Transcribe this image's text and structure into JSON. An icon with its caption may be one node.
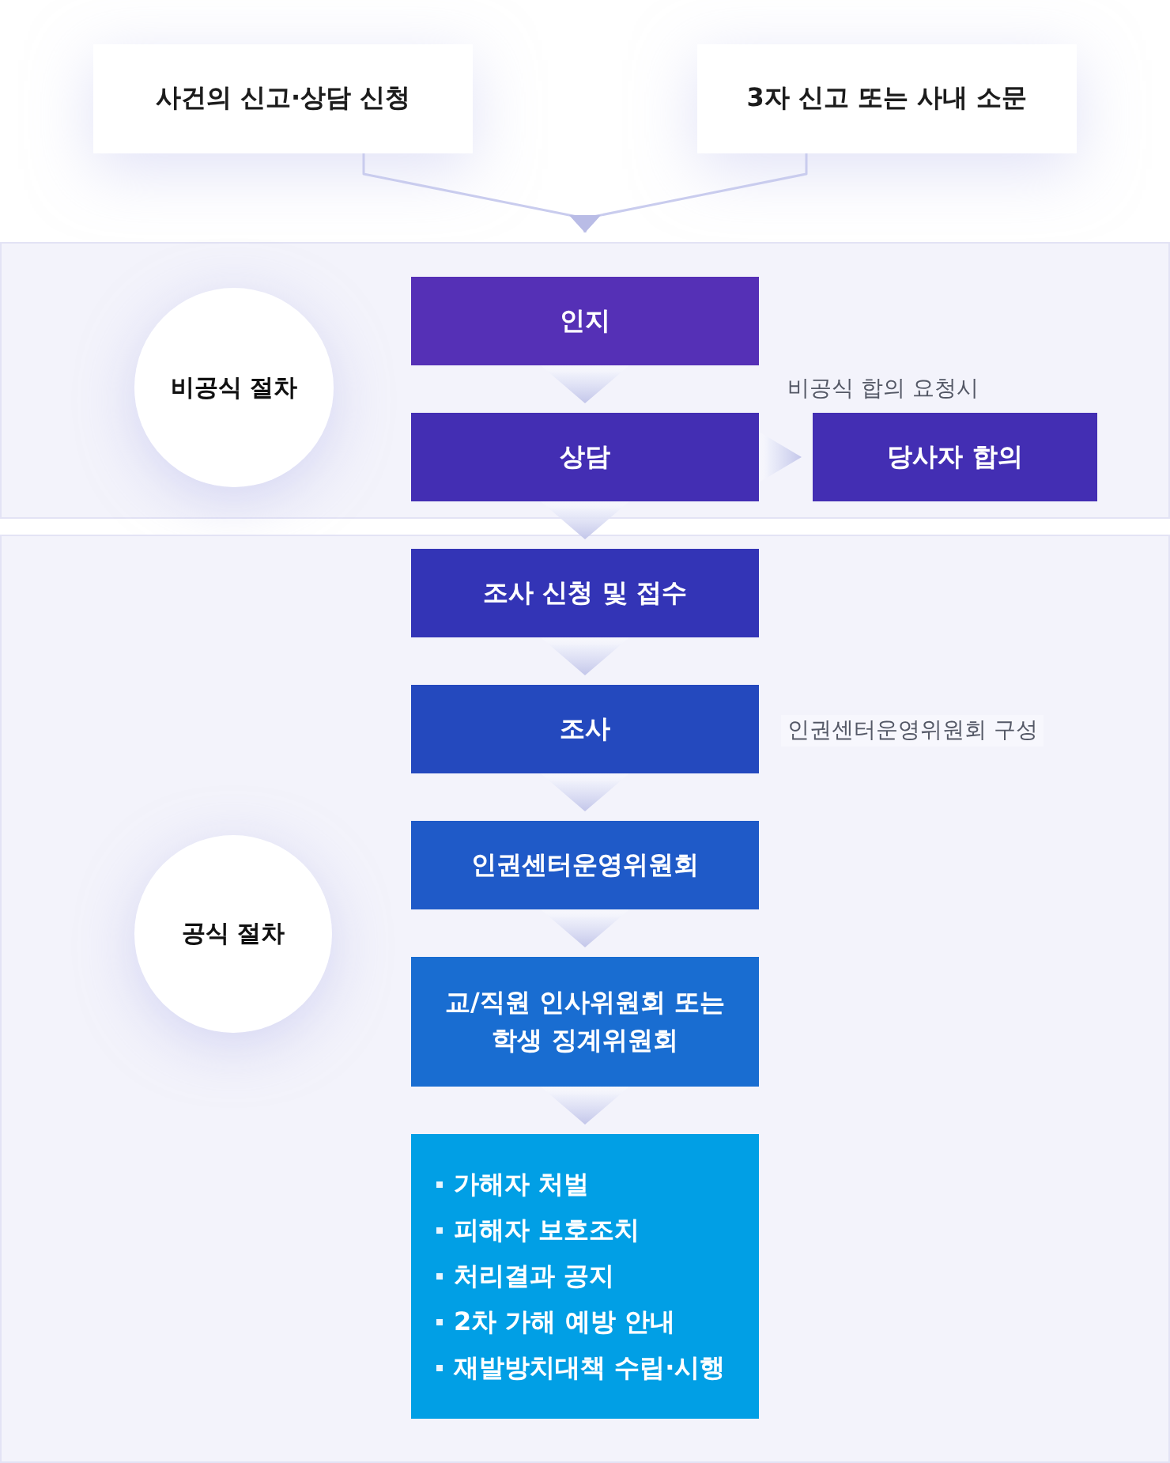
{
  "diagram": {
    "nodes": [
      {
        "text": [
          "사건의 신고·상담 신청"
        ]
      },
      {
        "text": [
          "3자 신고 또는 사내 소문"
        ]
      },
      {
        "text": [],
        "shape": "box"
      },
      {
        "text": [
          "비공식 절차"
        ],
        "in": 2
      },
      {
        "text": [
          "인지"
        ],
        "in": 2
      },
      {
        "text": [
          "상담"
        ],
        "in": 2
      },
      {
        "text": [
          "당사자 합의"
        ],
        "in": 2
      },
      {
        "text": [],
        "shape": "box"
      },
      {
        "text": [
          "공식 절차"
        ],
        "in": 7
      },
      {
        "text": [
          "조사 신청 및 접수"
        ],
        "in": 7
      },
      {
        "text": [
          "조사"
        ],
        "in": 7,
        "beside": [
          "인권센터운영위원회 구성"
        ]
      },
      {
        "text": [
          "인권센터운영위원회"
        ],
        "in": 7
      },
      {
        "text": [
          "교/직원 인사위원회 또는 학생 징계위원회"
        ],
        "in": 7
      },
      {
        "text": [
          "가해자 처벌",
          "피해자 보호조치",
          "처리결과 공지",
          "2차 가해 예방 안내",
          "재발방치대책 수립·시행"
        ],
        "in": 7
      }
    ],
    "edges": [
      {
        "from": 0,
        "to": 2,
        "arrow": "to"
      },
      {
        "from": 1,
        "to": 2,
        "arrow": "to"
      },
      {
        "from": 4,
        "to": 5,
        "arrow": "to"
      },
      {
        "from": 5,
        "to": 6,
        "arrow": "to",
        "label": "비공식 합의 요청시"
      },
      {
        "from": 5,
        "to": 9,
        "arrow": "to"
      },
      {
        "from": 9,
        "to": 10,
        "arrow": "to"
      },
      {
        "from": 10,
        "to": 11,
        "arrow": "to"
      },
      {
        "from": 11,
        "to": 12,
        "arrow": "to"
      },
      {
        "from": 12,
        "to": 13,
        "arrow": "to"
      }
    ]
  }
}
